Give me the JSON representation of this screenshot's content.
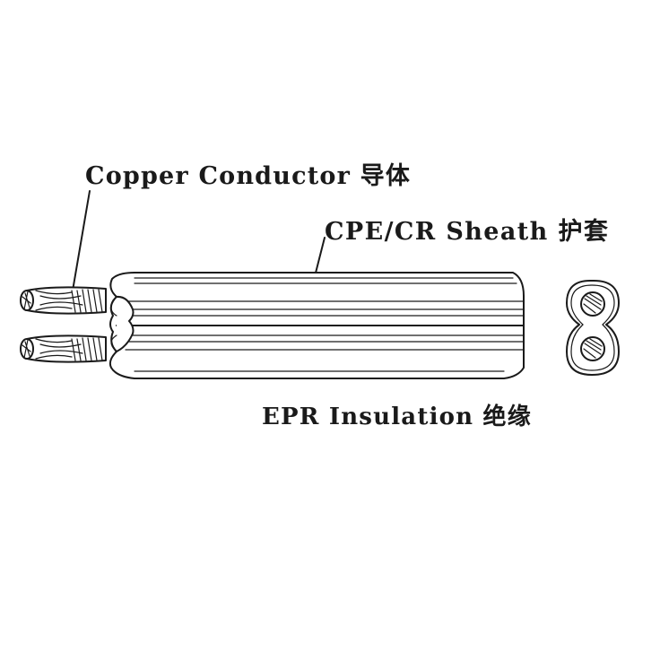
{
  "labels": {
    "copper_conductor": "Copper Conductor 导体",
    "sheath": "CPE/CR Sheath  护套",
    "insulation": "EPR Insulation 绝缘"
  }
}
